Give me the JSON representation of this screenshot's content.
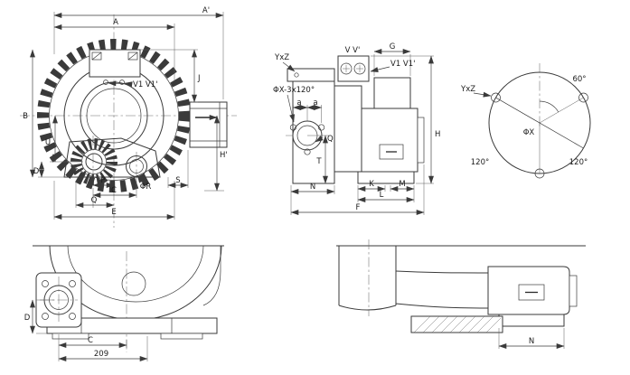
{
  "colors": {
    "ink": "#3a3a3a",
    "background": "#ffffff"
  },
  "front_view": {
    "dim_a_prime": "A'",
    "dim_a": "A",
    "dim_b": "B",
    "dim_u": "U",
    "dim_d": "D",
    "dim_p": "P",
    "dim_c": "C",
    "dim_q": "Q",
    "dim_e": "E",
    "dim_s": "S",
    "dim_phi_r": "ΦR",
    "dim_j": "J",
    "dim_h_prime": "H'",
    "label_v1": "V1 V1'"
  },
  "side_view": {
    "label_yxz": "YxZ",
    "label_bolt_pattern": "ΦX-3x120°",
    "dim_a": "a",
    "label_vv": "V V'",
    "label_v1": "V1 V1'",
    "dim_g": "G",
    "dim_q": "Q",
    "dim_t": "T",
    "dim_n": "N",
    "dim_k": "K",
    "dim_l": "L",
    "dim_m": "M",
    "dim_f": "F",
    "dim_h": "H"
  },
  "bolt_circle_view": {
    "angle_60": "60°",
    "label_yxz": "YxZ",
    "label_phi_x": "ΦX",
    "angle_120_left": "120°",
    "angle_120_right": "120°"
  },
  "bottom_left_view": {
    "dim_d": "D",
    "dim_c": "C",
    "dim_209": "209"
  },
  "bottom_right_view": {
    "dim_n": "N"
  }
}
